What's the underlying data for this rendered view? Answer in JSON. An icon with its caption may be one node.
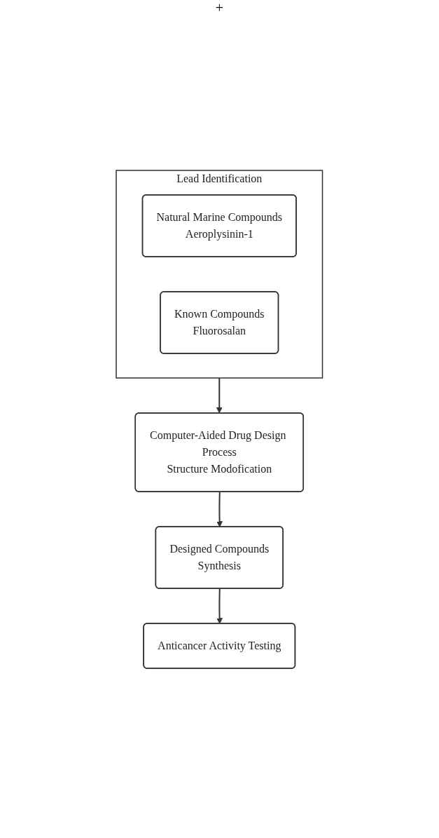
{
  "diagram": {
    "nodes": [
      {
        "text": [
          "Lead Identification"
        ]
      },
      {
        "text": [
          "Natural Marine Compounds",
          "Aeroplysinin-1"
        ],
        "in": 0
      },
      {
        "text": [
          "Known Compounds",
          "Fluorosalan"
        ],
        "in": 0
      },
      {
        "text": [
          "Computer-Aided Drug Design Process",
          "Structure Modofication"
        ]
      },
      {
        "text": [
          "Designed Compounds",
          "Synthesis"
        ]
      },
      {
        "text": [
          "Anticancer Activity Testing"
        ]
      }
    ],
    "edges": [
      {
        "from": 0,
        "to": 3,
        "arrow": "to"
      },
      {
        "from": 3,
        "to": 4,
        "arrow": "to"
      },
      {
        "from": 4,
        "to": 5,
        "arrow": "to"
      }
    ],
    "labels": [
      "+"
    ]
  }
}
